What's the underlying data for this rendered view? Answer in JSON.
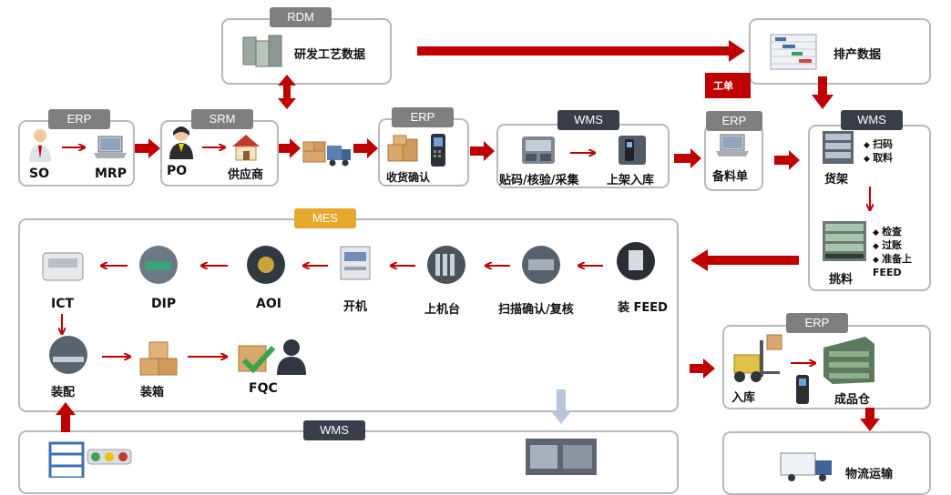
{
  "systems": {
    "rdm": "RDM",
    "erp": "ERP",
    "srm": "SRM",
    "wms": "WMS",
    "mes": "MES"
  },
  "nodes": {
    "rd_process_data": "研发工艺数据",
    "schedule_data": "排产数据",
    "work_order": "工单",
    "so": "SO",
    "mrp": "MRP",
    "po": "PO",
    "supplier": "供应商",
    "receiving_confirm": "收货确认",
    "label_verify_collect": "贴码/核验/采集",
    "shelving": "上架入库",
    "material_list": "备料单",
    "shelf": "货架",
    "picking": "挑料",
    "shelf_steps": [
      "扫码",
      "取料"
    ],
    "picking_steps": [
      "检查",
      "过账",
      "准备上FEED"
    ],
    "feed": "装 FEED",
    "scan_review": "扫描确认/复核",
    "load_machine": "上机台",
    "start_machine": "开机",
    "aoi": "AOI",
    "dip": "DIP",
    "ict": "ICT",
    "assembly": "装配",
    "packing": "装箱",
    "fqc": "FQC",
    "stock_in": "入库",
    "finished_warehouse": "成品仓",
    "logistics": "物流运输"
  },
  "colors": {
    "arrow_red": "#c00000",
    "tag_grey": "#7f7f7f",
    "tag_dark": "#3a3d4a",
    "tag_gold": "#e6a92d",
    "box_border": "#b9b9b9"
  }
}
